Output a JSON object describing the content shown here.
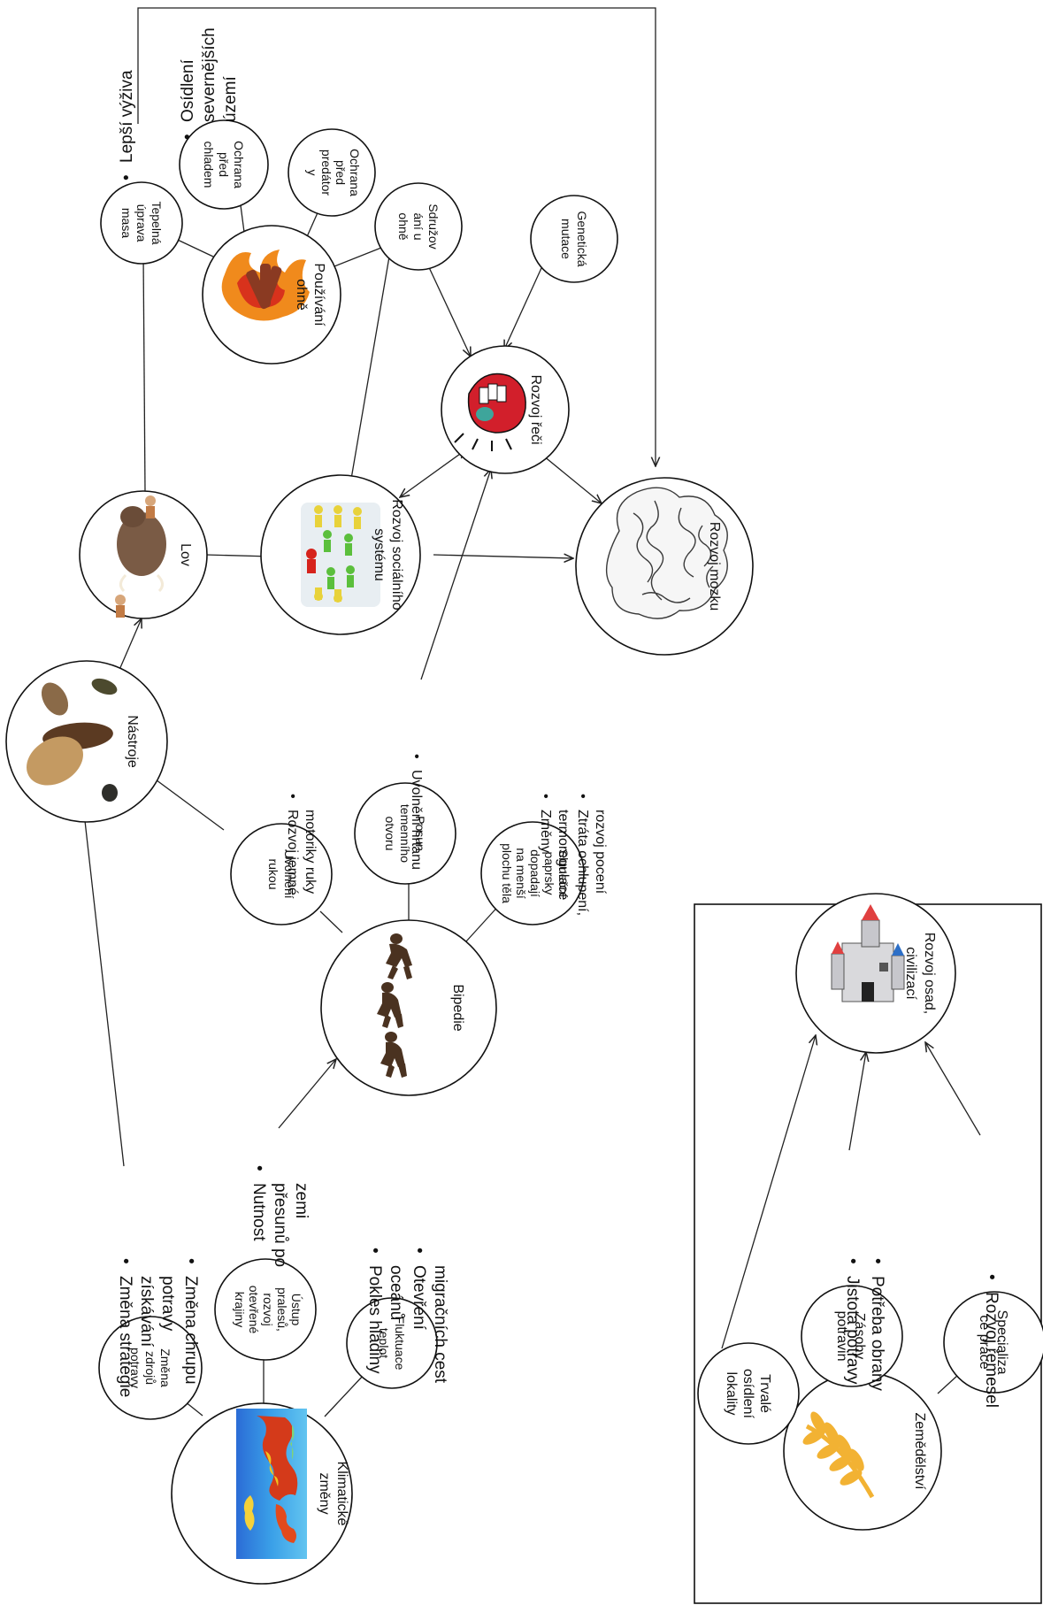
{
  "nodes": {
    "klimaticke_zmeny": [
      "Klimatické",
      "změny"
    ],
    "zmena_zdroju": [
      "Změna",
      "zdrojů",
      "potravy"
    ],
    "ustup_pralesu": [
      "Ústup",
      "pralesů,",
      "rozvoj",
      "otevřené",
      "krajiny"
    ],
    "fluktuace_teplot": [
      "Fluktuace",
      "teplot"
    ],
    "bipedie": [
      "Bipedie"
    ],
    "uvolneni_rukou": [
      "Uvolnění",
      "rukou"
    ],
    "posun_temenniho": [
      "Posun",
      "temenního",
      "otvoru"
    ],
    "slunecni_paprsky": [
      "Sluneční",
      "paprsky",
      "dopadají",
      "na menší",
      "plochu těla"
    ],
    "nastroje": [
      "Nástroje"
    ],
    "lov": [
      "Lov"
    ],
    "rozvoj_socialniho": [
      "Rozvoj sociálního",
      "systému"
    ],
    "rozvoj_mozku": [
      "Rozvoj mozku"
    ],
    "rozvoj_reci": [
      "Rozvoj řeči"
    ],
    "pouzivani_ohne": [
      "Používání",
      "ohně"
    ],
    "tepelna_uprava": [
      "Tepelná",
      "úprava",
      "masa"
    ],
    "ochrana_chlad": [
      "Ochrana",
      "před",
      "chladem"
    ],
    "ochrana_predator": [
      "Ochrana",
      "před",
      "predátor",
      "y"
    ],
    "sdruzovani": [
      "Sdružov",
      "ání u",
      "ohně"
    ],
    "geneticka_mutace": [
      "Genetická",
      "mutace"
    ],
    "zemedelstvi": [
      "Zemědělství"
    ],
    "trvale_osidleni": [
      "Trvalé",
      "osídlení",
      "lokality"
    ],
    "zasoby": [
      "Zásoby",
      "potravin"
    ],
    "specializace": [
      "Specializa",
      "ce práce"
    ],
    "rozvoj_osad": [
      "Rozvoj osad,",
      "civilizací"
    ]
  },
  "bullets": {
    "potrava": [
      "Změna strategie",
      "získávání",
      "potravy",
      "Změna chrupu"
    ],
    "presuny": [
      "Nutnost",
      "přesunů po",
      "zemi"
    ],
    "oceany": [
      "Pokles hladiny",
      "oceánů",
      "Otevření",
      "migračních cest"
    ],
    "motorika": [
      "Rozvoj jemné",
      "motoriky ruky"
    ],
    "hrtan": [
      "Uvolnění hrtanu"
    ],
    "termo": [
      "Změny",
      "termoregulace",
      "Ztráta ochlupení,",
      "rozvoj pocení"
    ],
    "vyziva": [
      "Lepší výživa"
    ],
    "osidleni": [
      "Osídlení",
      "severnějších",
      "území"
    ],
    "jistota": [
      "Jistota potravy",
      "Potřeba obrany"
    ],
    "remesla": [
      "Rozvoj řemesel"
    ]
  },
  "icons": {
    "climate_map": "world-heatmap-icon",
    "walkers": "human-evolution-icon",
    "tools": "stone-tools-icon",
    "hunt": "mammoth-hunt-icon",
    "people": "social-group-icon",
    "brain": "brain-icon",
    "mouth": "mouth-speech-icon",
    "fire": "campfire-icon",
    "castle": "castle-icon",
    "wheat": "wheat-icon"
  },
  "colors": {
    "line": "#222222",
    "fire_orange": "#f08a1c",
    "fire_red": "#d8321c",
    "wheat": "#f2b233",
    "mouth_red": "#d21f2b",
    "mouth_teal": "#3ea59b"
  }
}
